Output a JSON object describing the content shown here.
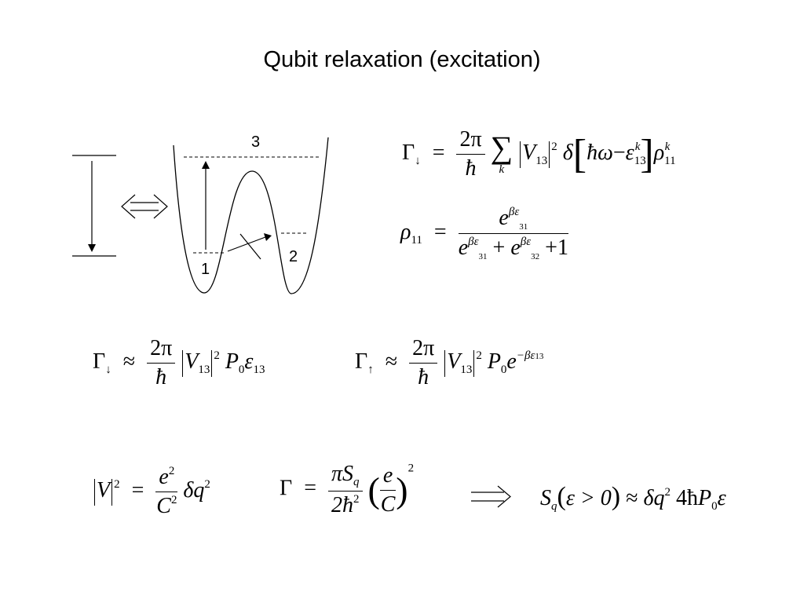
{
  "title": "Qubit relaxation (excitation)",
  "diagram": {
    "label_1": "1",
    "label_2": "2",
    "label_3": "3"
  },
  "eq": {
    "gamma_down_sym": "Γ",
    "arrow_down": "↓",
    "arrow_up": "↑",
    "eq_sign": "=",
    "approx": "≈",
    "two_pi": "2π",
    "hbar": "ħ",
    "V": "V",
    "sub13": "13",
    "sup2": "2",
    "sub11": "11",
    "k": "k",
    "delta": "δ",
    "hbar_omega": "ħω",
    "minus": "−",
    "epsilon": "ε",
    "rho": "ρ",
    "e": "e",
    "beta_eps31": "βε",
    "sub31": "31",
    "sub32": "32",
    "plus": "+",
    "one": "1",
    "P": "P",
    "sub0": "0",
    "neg_beta_eps": "−βε",
    "sq2": "2",
    "C": "C",
    "delta_q": "δq",
    "pi_S": "πS",
    "q": "q",
    "two_hbar": "2ħ",
    "S": "S",
    "eps_gt0": "ε > 0",
    "four_hbar": "4ħ"
  }
}
